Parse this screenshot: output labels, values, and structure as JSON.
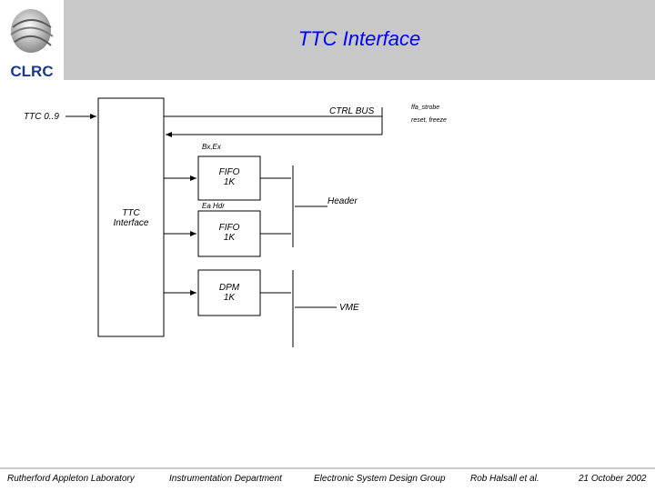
{
  "header": {
    "title": "TTC Interface",
    "logo_text": "CLRC"
  },
  "diagram": {
    "ttc_input_label": "TTC 0..9",
    "ctrl_bus_label": "CTRL BUS",
    "ffa_strobe_label": "ffa_strobe",
    "reset_freeze_label": "reset, freeze",
    "bx_ex_label": "Bx,Ex",
    "fifo1_line1": "FIFO",
    "fifo1_line2": "1K",
    "ea_hdr_label": "Ea Hdr",
    "header_label": "Header",
    "ttc_interface_line1": "TTC",
    "ttc_interface_line2": "Interface",
    "fifo2_line1": "FIFO",
    "fifo2_line2": "1K",
    "dpm_line1": "DPM",
    "dpm_line2": "1K",
    "vme_label": "VME"
  },
  "footer": {
    "lab": "Rutherford Appleton Laboratory",
    "dept": "Instrumentation Department",
    "group": "Electronic System Design Group",
    "author": "Rob Halsall et al.",
    "date": "21 October 2002"
  },
  "colors": {
    "title": "#0000ff",
    "header_band": "#c8c8c8",
    "logo_text": "#1a3a8c"
  }
}
